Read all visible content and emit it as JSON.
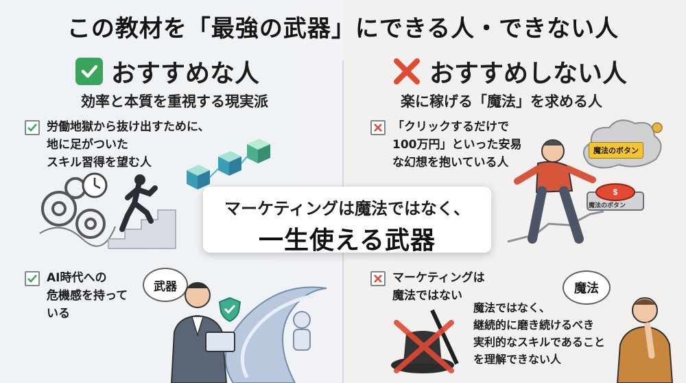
{
  "title": "この教材を「最強の武器」にできる人・できない人",
  "left": {
    "heading": "おすすめな人",
    "subheading": "効率と本質を重視する現実派",
    "items": [
      {
        "lines": [
          "労働地獄から抜け出すために、",
          "地に足がついた",
          "スキル習得を望む人"
        ]
      },
      {
        "lines": [
          "AI時代への",
          "危機感を持って",
          "いる"
        ]
      }
    ],
    "bubble": "武器"
  },
  "right": {
    "heading": "おすすめしない人",
    "subheading": "楽に稼げる「魔法」を求める人",
    "items": [
      {
        "lines": [
          "「クリックするだけで",
          "100万円」といった安易",
          "な幻想を抱いている人"
        ]
      },
      {
        "lines": [
          "マーケティングは",
          "魔法ではない"
        ]
      }
    ],
    "note": [
      "魔法ではなく、",
      "継続的に磨き続けるべき",
      "実利的なスキルであること",
      "を理解できない人"
    ],
    "button_sign": "魔法のボタン",
    "button_label": "魔法のボタン",
    "bubble": "魔法"
  },
  "center": {
    "line1": "マーケティングは魔法ではなく、",
    "line2": "一生使える武器"
  },
  "colors": {
    "check_green": "#3aa55a",
    "cross_red": "#e04a35",
    "panel_white": "#ffffff"
  },
  "icons": [
    "check-square-icon",
    "cross-icon",
    "gear-icon",
    "clock-icon",
    "cube-icon",
    "shield-icon",
    "tablet-icon",
    "robot-icon",
    "magic-hat-icon",
    "wand-icon",
    "red-button-icon",
    "coin-icon"
  ]
}
